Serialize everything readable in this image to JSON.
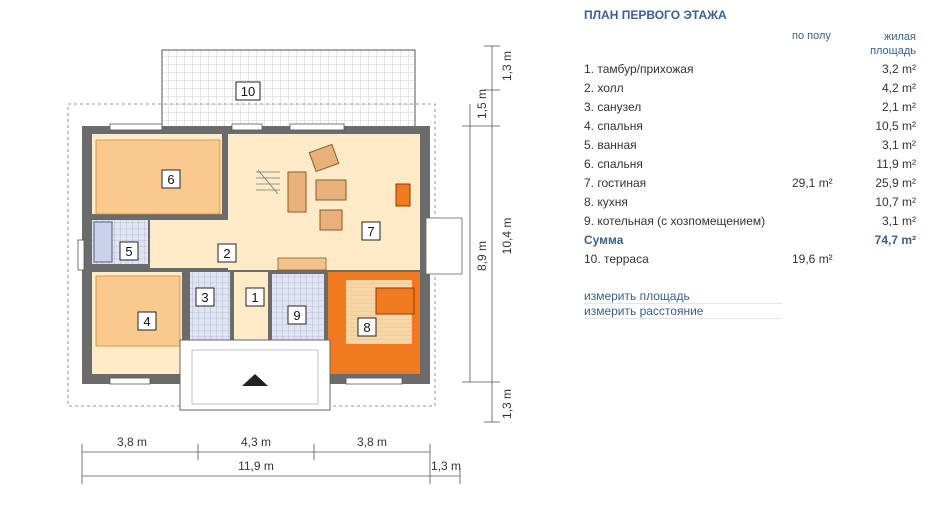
{
  "plan": {
    "title": "ПЛАН ПЕРВОГО ЭТАЖА",
    "columns": {
      "floor": "по полу",
      "living": "жилая площадь"
    },
    "rooms": [
      {
        "name": "1. тамбур/прихожая",
        "floor": "",
        "living": "3,2 m²"
      },
      {
        "name": "2. холл",
        "floor": "",
        "living": "4,2 m²"
      },
      {
        "name": "3. санузел",
        "floor": "",
        "living": "2,1 m²"
      },
      {
        "name": "4. спальня",
        "floor": "",
        "living": "10,5 m²"
      },
      {
        "name": "5. ванная",
        "floor": "",
        "living": "3,1 m²"
      },
      {
        "name": "6. спальня",
        "floor": "",
        "living": "11,9 m²"
      },
      {
        "name": "7. гостиная",
        "floor": "29,1 m²",
        "living": "25,9 m²"
      },
      {
        "name": "8. кухня",
        "floor": "",
        "living": "10,7 m²"
      },
      {
        "name": "9. котельная (с хозпомещением)",
        "floor": "",
        "living": "3,1 m²"
      }
    ],
    "sum": {
      "label": "Сумма",
      "value": "74,7 m²"
    },
    "terrace": {
      "name": "10. терраса",
      "floor": "19,6 m²",
      "living": ""
    },
    "links": {
      "measure_area": "измерить площадь",
      "measure_distance": "измерить расстояние"
    }
  },
  "drawing": {
    "room_numbers": [
      "1",
      "2",
      "3",
      "4",
      "5",
      "6",
      "7",
      "8",
      "9",
      "10"
    ],
    "dims_bottom": [
      "3,8 m",
      "4,3 m",
      "3,8 m"
    ],
    "dims_total": [
      "11,9 m",
      "1,3 m"
    ],
    "dims_right": [
      "1,3 m",
      "1,5 m",
      "8,9 m",
      "10,4 m",
      "1,3 m"
    ],
    "colors": {
      "wall": "#6b6b6b",
      "living": "#fcebc6",
      "bedroom": "#f9c98d",
      "kitchen": "#f07a1f",
      "bath": "#d7dff0",
      "tile": "#c9cfe0"
    }
  }
}
